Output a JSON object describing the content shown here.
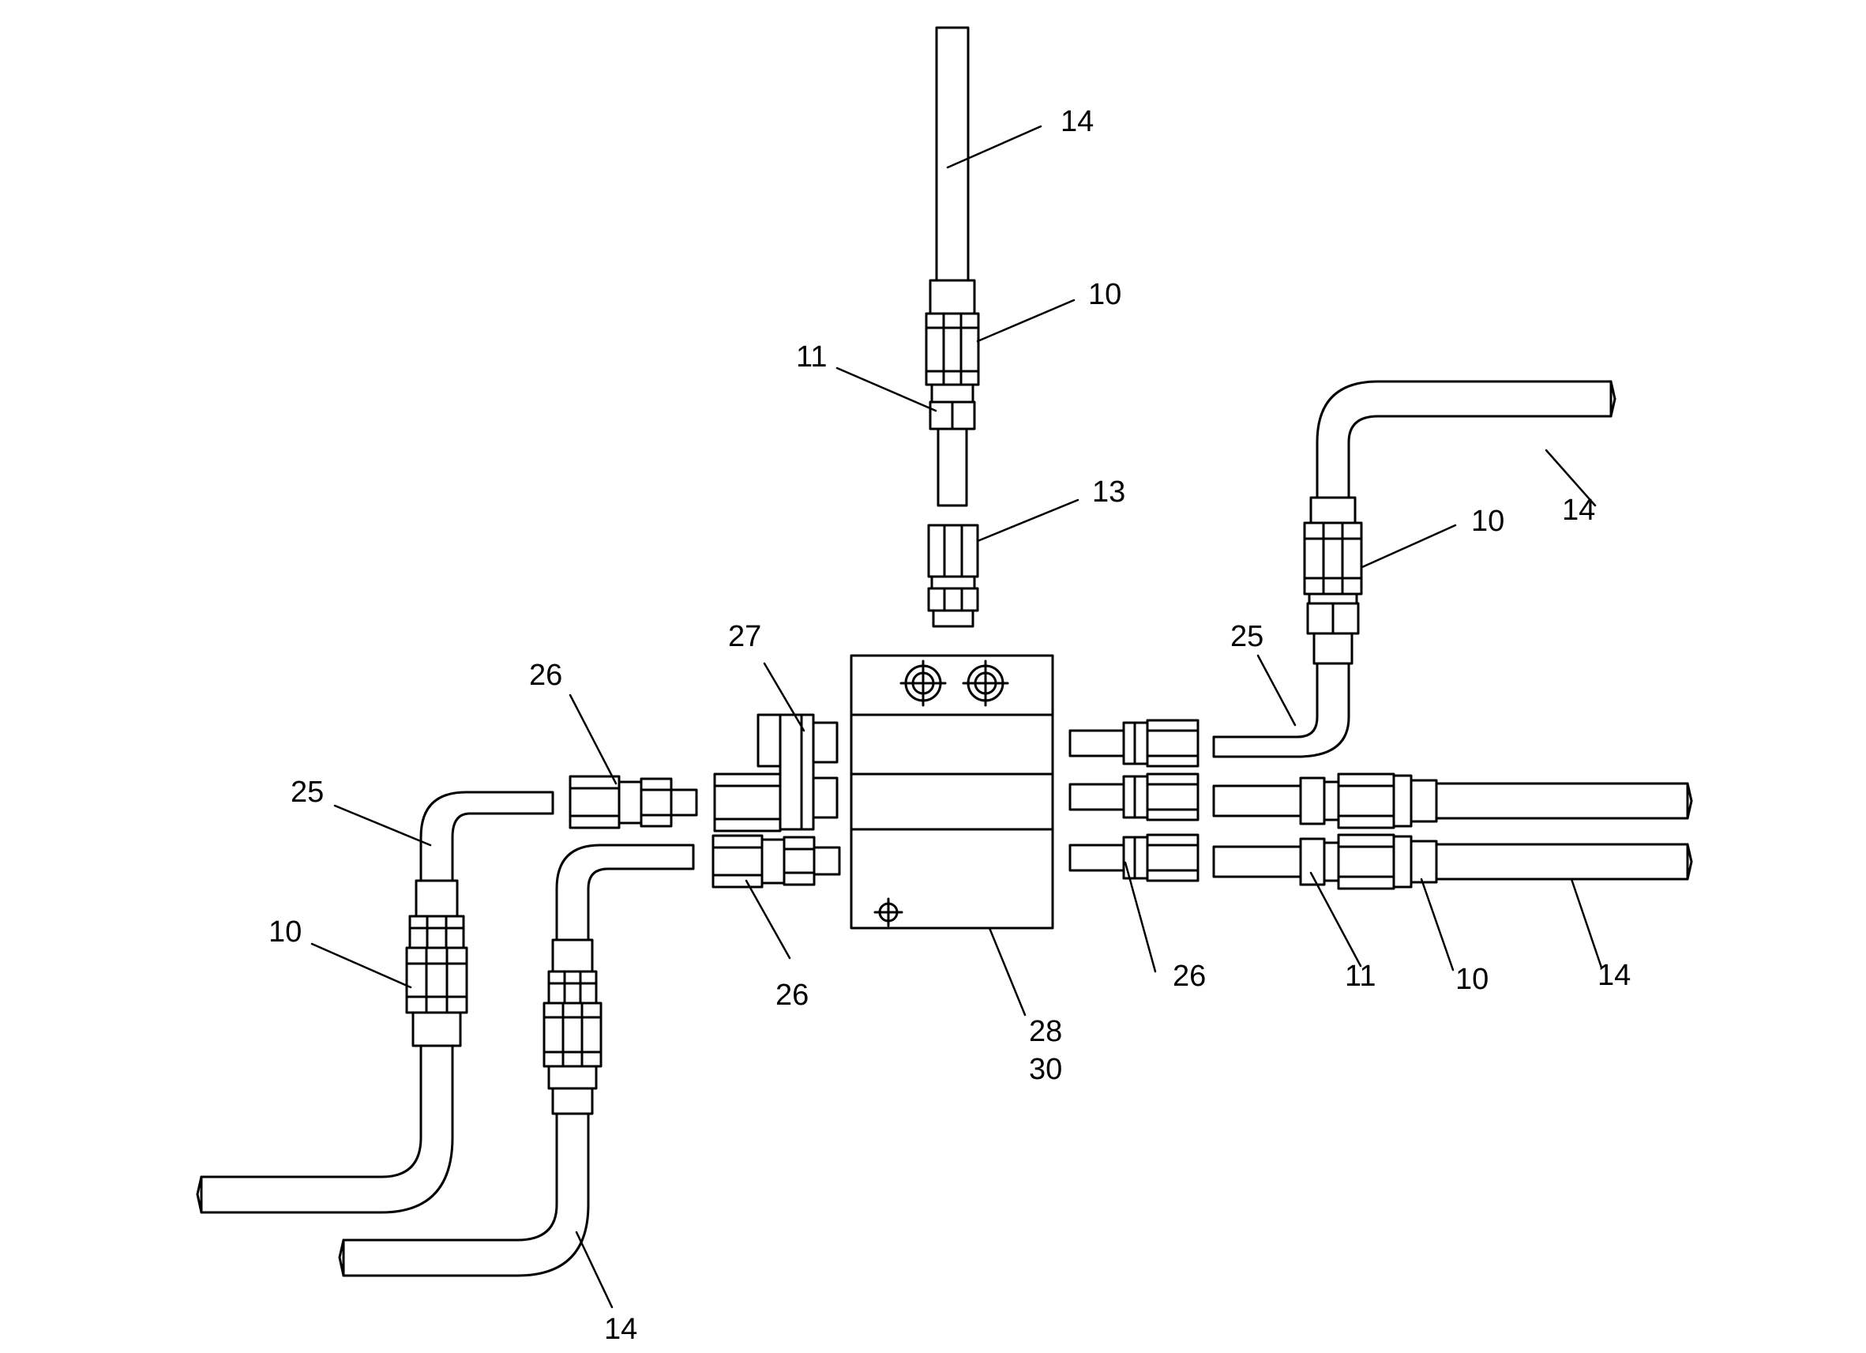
{
  "callouts": {
    "top_tube": "14",
    "top_nut": "10",
    "top_sleeve": "11",
    "top_connector": "13",
    "right_upper_tube": "14",
    "right_upper_nut": "10",
    "right_elbow": "25",
    "right_union": "26",
    "right_sleeve": "11",
    "right_nut": "10",
    "right_lower_tube": "14",
    "block_a": "28",
    "block_b": "30",
    "left_bracket": "27",
    "left_union_upper": "26",
    "left_union_lower": "26",
    "left_elbow": "25",
    "left_nut": "10",
    "bottom_tube": "14"
  }
}
